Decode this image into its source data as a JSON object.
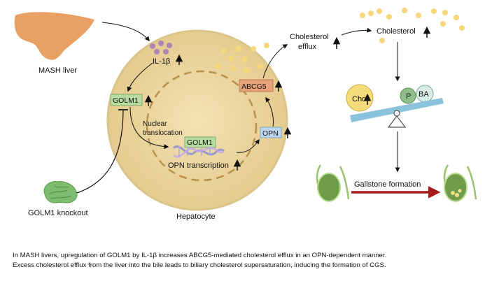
{
  "labels": {
    "mash_liver": "MASH liver",
    "il1b": "IL-1β",
    "golm1": "GOLM1",
    "nuclear_translocation_line1": "Nuclear",
    "nuclear_translocation_line2": "translocation",
    "golm1_nuclear": "GOLM1",
    "opn_transcription": "OPN transcription",
    "opn": "OPN",
    "abcg5": "ABCG5",
    "cholesterol_efflux_line1": "Cholesterol",
    "cholesterol_efflux_line2": "efflux",
    "cholesterol": "Cholesterol",
    "cho": "Cho",
    "p": "P",
    "ba": "BA",
    "gallstone_formation": "Gallstone formation",
    "golm1_knockout": "GOLM1 knockout",
    "hepatocyte": "Hepatocyte"
  },
  "caption": {
    "line1": "In MASH livers, upregulation of GOLM1 by IL-1β increases ABCG5-mediated cholesterol efflux in an OPN-dependent manner.",
    "line2": "Excess cholesterol efflux from the liver into the bile leads to biliary cholesterol supersaturation, inducing the formation of CGS."
  },
  "colors": {
    "liver": "#e8a063",
    "hepatocyte_fill": "#ecd79f",
    "hepatocyte_stroke": "#d9c48a",
    "nucleus_dash": "#b8914a",
    "golm1_box": "#b7dba0",
    "opn_box": "#bcd7ee",
    "abcg5_box": "#e8a27a",
    "cholesterol_dot": "#f5d77a",
    "il1b_dot": "#b083b5",
    "seesaw": "#8cc3dc",
    "cho_ball": "#f5dc7a",
    "p_ball": "#8fbf88",
    "ba_ball": "#d8eee4",
    "gallstone_arrow": "#a51c1c",
    "knockout_blob": "#7dbd6f",
    "gallbladder": "#6e9c48"
  },
  "icons": [
    "liver-icon",
    "hepatocyte-icon",
    "dna-icon",
    "seesaw-icon",
    "gallbladder-icon",
    "golm1-protein-icon"
  ]
}
